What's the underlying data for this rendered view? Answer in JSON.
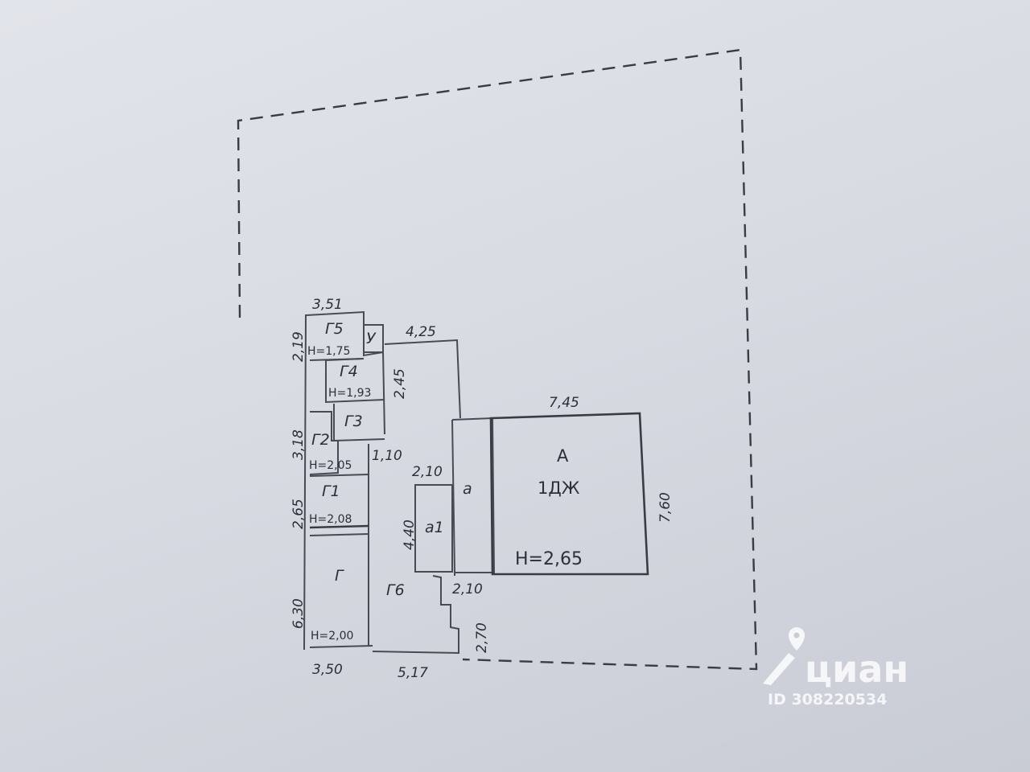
{
  "rooms": {
    "A": "A",
    "A_type": "1ДЖ",
    "A_height": "H=2,65",
    "a": "a",
    "a1": "a1",
    "G": "Г",
    "G_height": "H=2,00",
    "G1": "Г1",
    "G1_height": "H=2,08",
    "G2": "Г2",
    "G2_height": "H=2,05",
    "G3": "Г3",
    "G4": "Г4",
    "G4_height": "H=1,93",
    "G5": "Г5",
    "G5_height": "H=1,75",
    "G6": "Г6",
    "U": "У"
  },
  "dimensions": {
    "top_g5": "3,51",
    "g5_side": "2,19",
    "g4_right": "2,45",
    "yard_top": "4,25",
    "a_top": "7,45",
    "a_right": "7,60",
    "g2_side": "3,18",
    "g6_step": "1,10",
    "a1_top": "2,10",
    "a1_side": "4,40",
    "g1_side": "2,65",
    "g_side": "6,30",
    "a1_bottom": "2,10",
    "step_right": "2,70",
    "bottom_g": "3,50",
    "bottom_g6": "5,17"
  },
  "watermark": {
    "brand": "циан",
    "id": "ID 308220534"
  }
}
